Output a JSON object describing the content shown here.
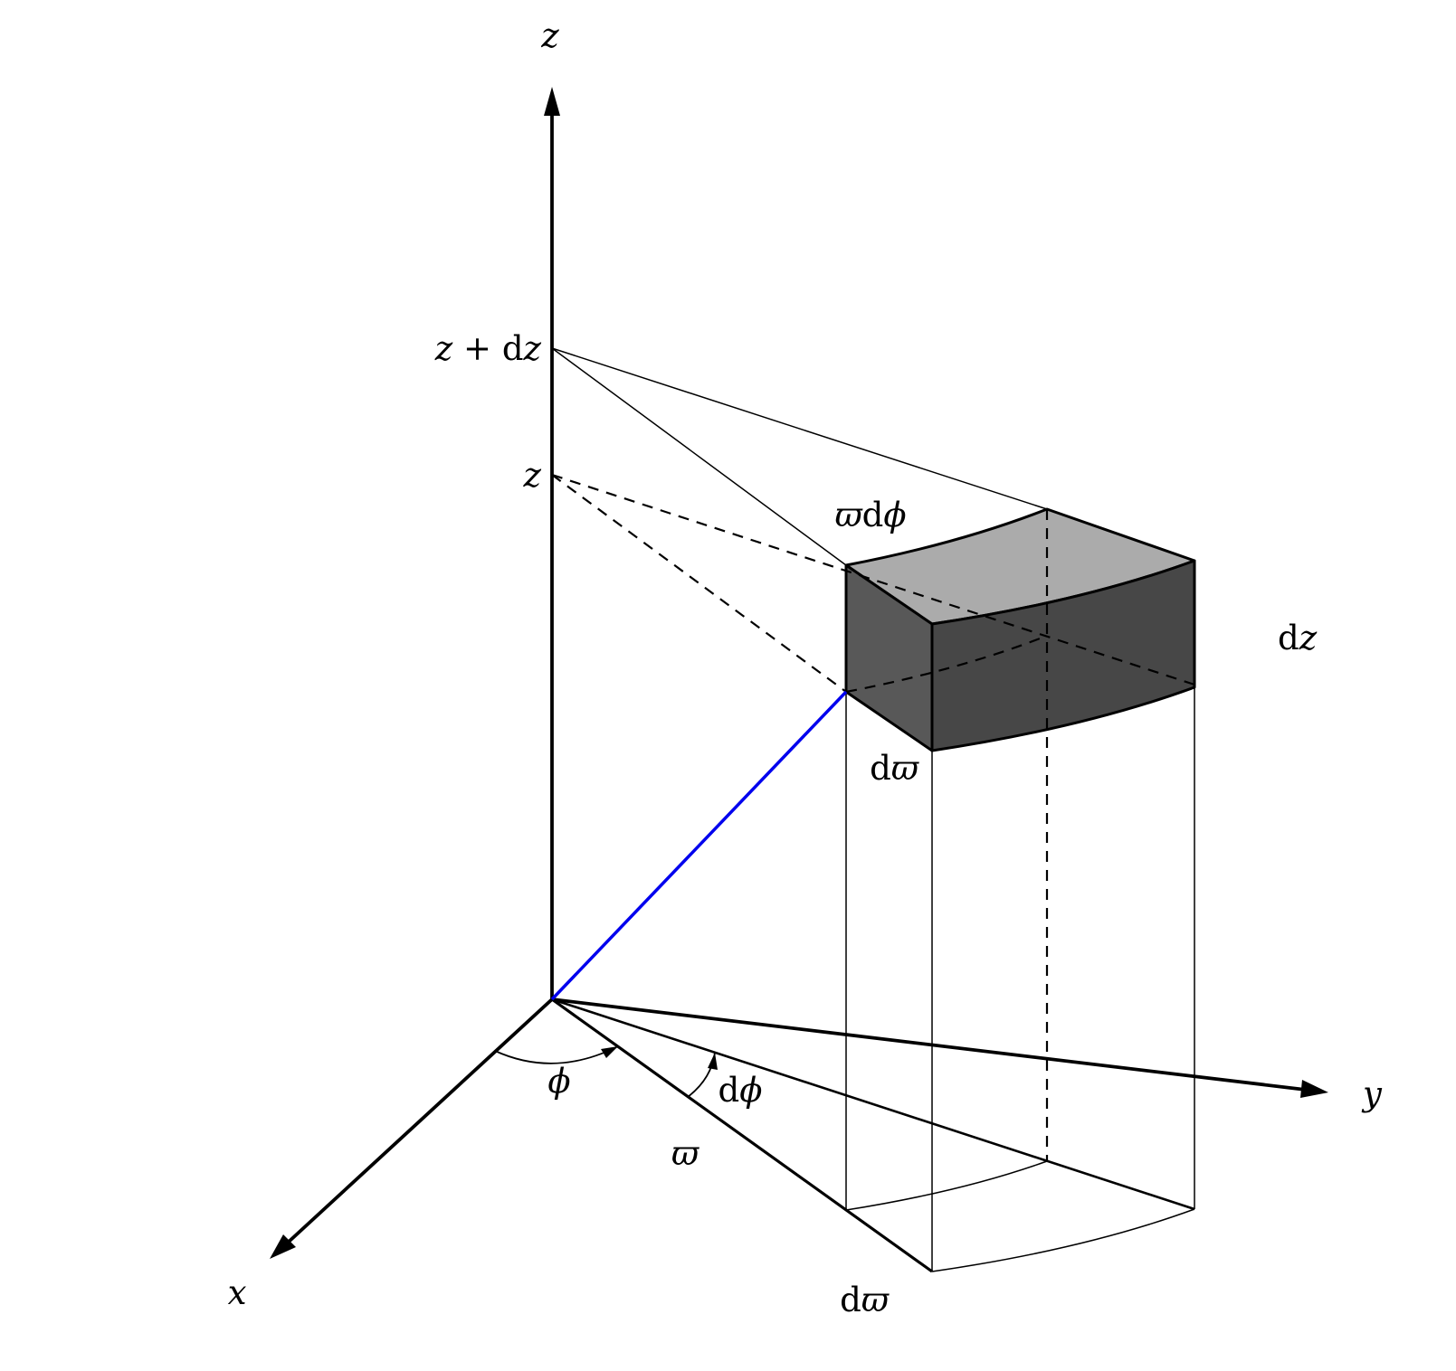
{
  "figure": {
    "description": "Volume element in cylindrical coordinates",
    "colors": {
      "background": "#ffffff",
      "line": "#000000",
      "radius": "#0000ee",
      "face_top": "#ababab",
      "face_near": "#585858",
      "face_outer": "#474747"
    },
    "labels": {
      "z_axis": [
        {
          "t": "z",
          "i": 1
        }
      ],
      "y_axis": [
        {
          "t": "y",
          "i": 1
        }
      ],
      "x_axis": [
        {
          "t": "x",
          "i": 1
        }
      ],
      "z_plus_dz": [
        {
          "t": "z",
          "i": 1
        },
        {
          "t": " + ",
          "i": 0
        },
        {
          "t": "d",
          "i": 0
        },
        {
          "t": "z",
          "i": 1
        }
      ],
      "z_level": [
        {
          "t": "z",
          "i": 1
        }
      ],
      "varpi_dphi": [
        {
          "t": "ϖ",
          "i": 1
        },
        {
          "t": "d",
          "i": 0
        },
        {
          "t": "ϕ",
          "i": 1
        }
      ],
      "dz": [
        {
          "t": "d",
          "i": 0
        },
        {
          "t": "z",
          "i": 1
        }
      ],
      "dvarpi_side": [
        {
          "t": "d",
          "i": 0
        },
        {
          "t": "ϖ",
          "i": 1
        }
      ],
      "phi": [
        {
          "t": "ϕ",
          "i": 1
        }
      ],
      "dphi": [
        {
          "t": "d",
          "i": 0
        },
        {
          "t": "ϕ",
          "i": 1
        }
      ],
      "varpi": [
        {
          "t": "ϖ",
          "i": 1
        }
      ],
      "dvarpi_base": [
        {
          "t": "d",
          "i": 0
        },
        {
          "t": "ϖ",
          "i": 1
        }
      ]
    }
  }
}
